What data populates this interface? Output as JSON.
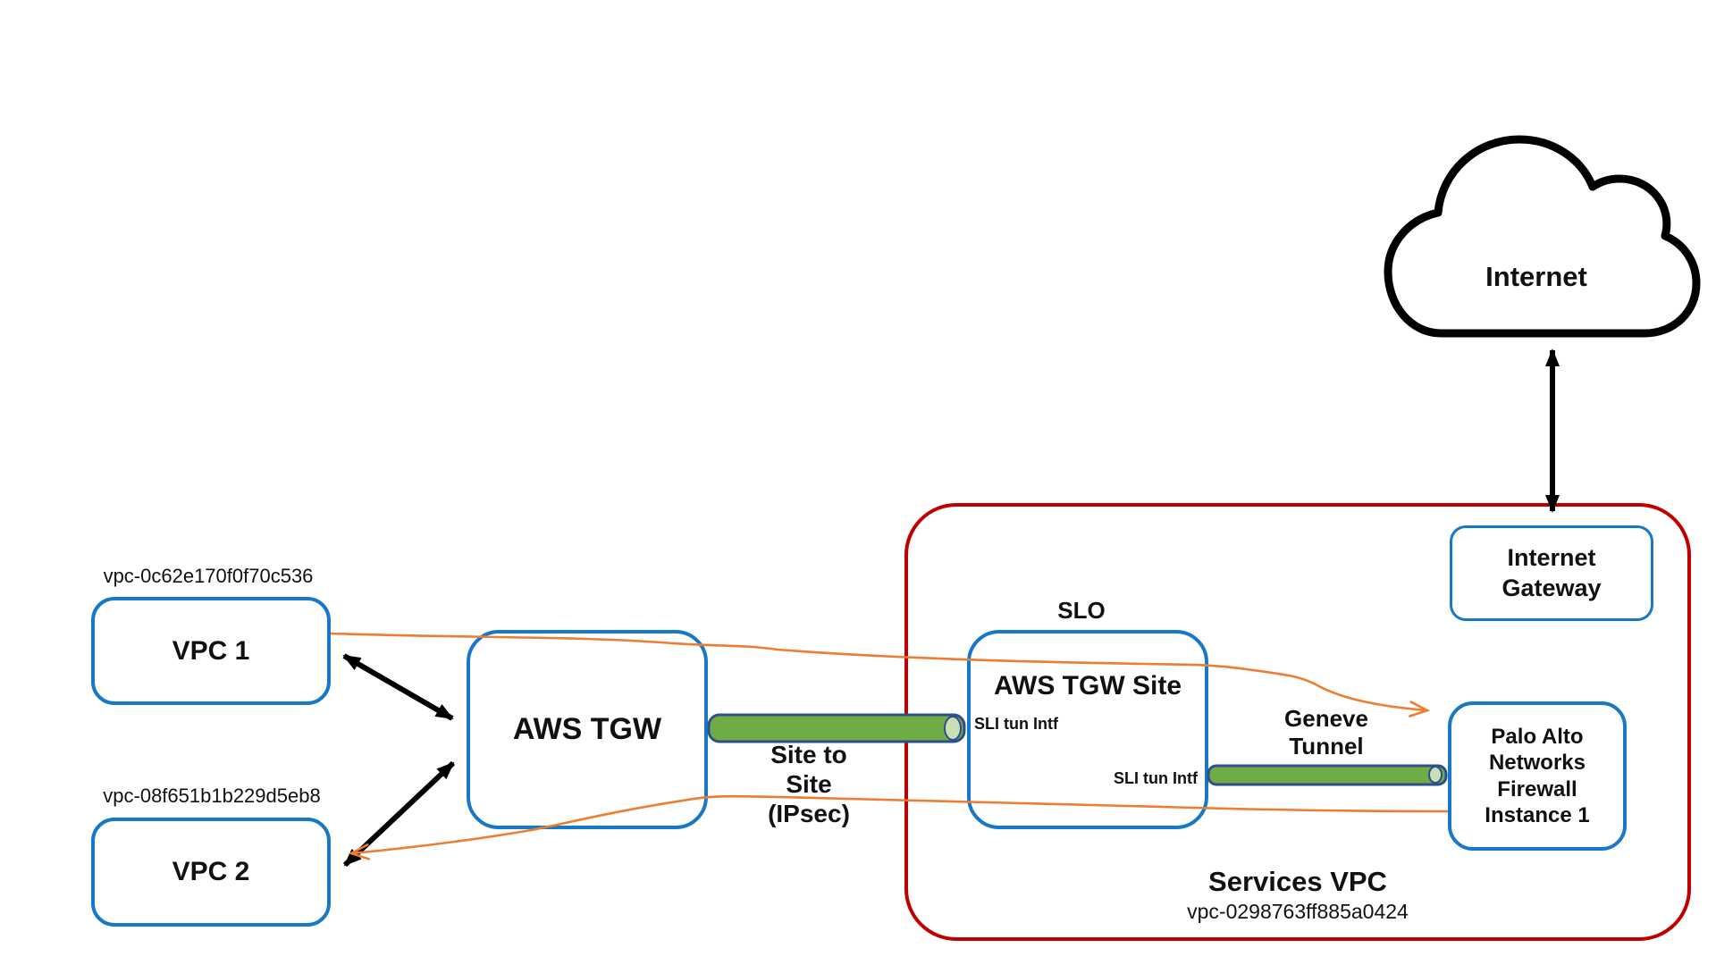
{
  "colors": {
    "box_border_blue": "#1777C8",
    "services_vpc_red": "#C00000",
    "tunnel_green": "#6FAC46",
    "tunnel_cap_green": "#C9E0B7",
    "tunnel_border_navy": "#2F4E8C",
    "connector_orange": "#ED7D31",
    "arrow_black": "#000000"
  },
  "nodes": {
    "vpc1": {
      "vpc_id": "vpc-0c62e170f0f70c536",
      "label": "VPC 1"
    },
    "vpc2": {
      "vpc_id": "vpc-08f651b1b229d5eb8",
      "label": "VPC 2"
    },
    "aws_tgw": {
      "label": "AWS TGW"
    },
    "aws_tgw_site": {
      "label": "AWS TGW Site",
      "tag_above": "SLO",
      "intf_top_left": "SLI tun Intf",
      "intf_bottom_right": "SLI tun Intf"
    },
    "palo_alto_firewall": {
      "label": "Palo Alto\nNetworks\nFirewall\nInstance 1"
    },
    "internet": {
      "label": "Internet"
    },
    "internet_gateway": {
      "label": "Internet\nGateway"
    },
    "services_vpc": {
      "label": "Services VPC",
      "vpc_id": "vpc-0298763ff885a0424"
    }
  },
  "connections": {
    "site_to_site_tunnel": {
      "label": "Site to\nSite\n(IPsec)"
    },
    "geneve_tunnel": {
      "label": "Geneve\nTunnel"
    }
  }
}
